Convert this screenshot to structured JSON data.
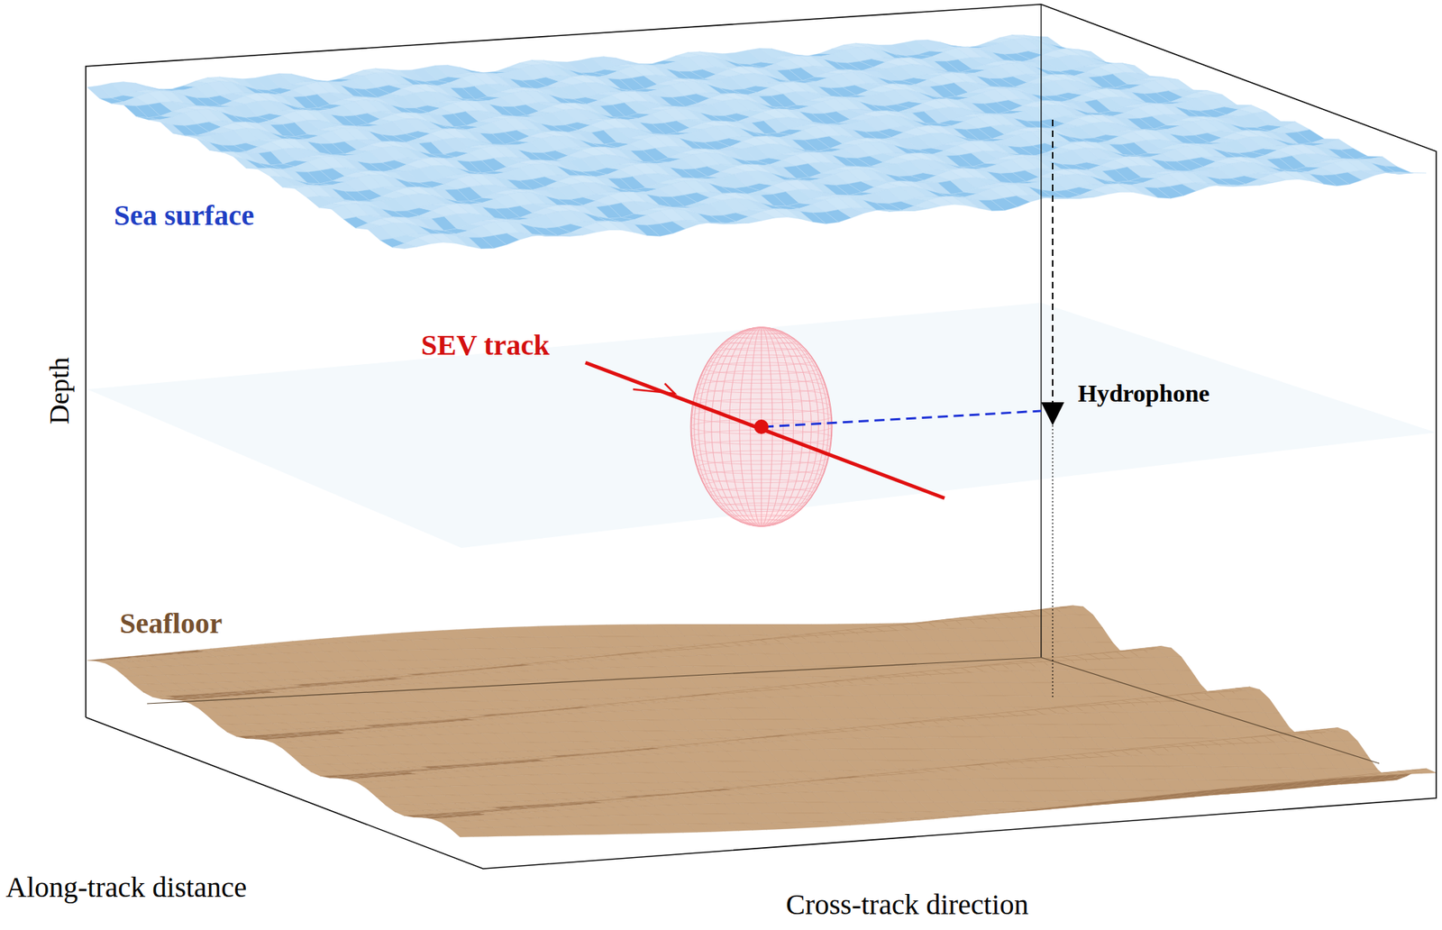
{
  "diagram": {
    "labels": [
      "Sea surface",
      "SEV track",
      "Hydrophone",
      "Depth",
      "Seafloor",
      "Along-track distance",
      "Cross-track direction"
    ]
  }
}
